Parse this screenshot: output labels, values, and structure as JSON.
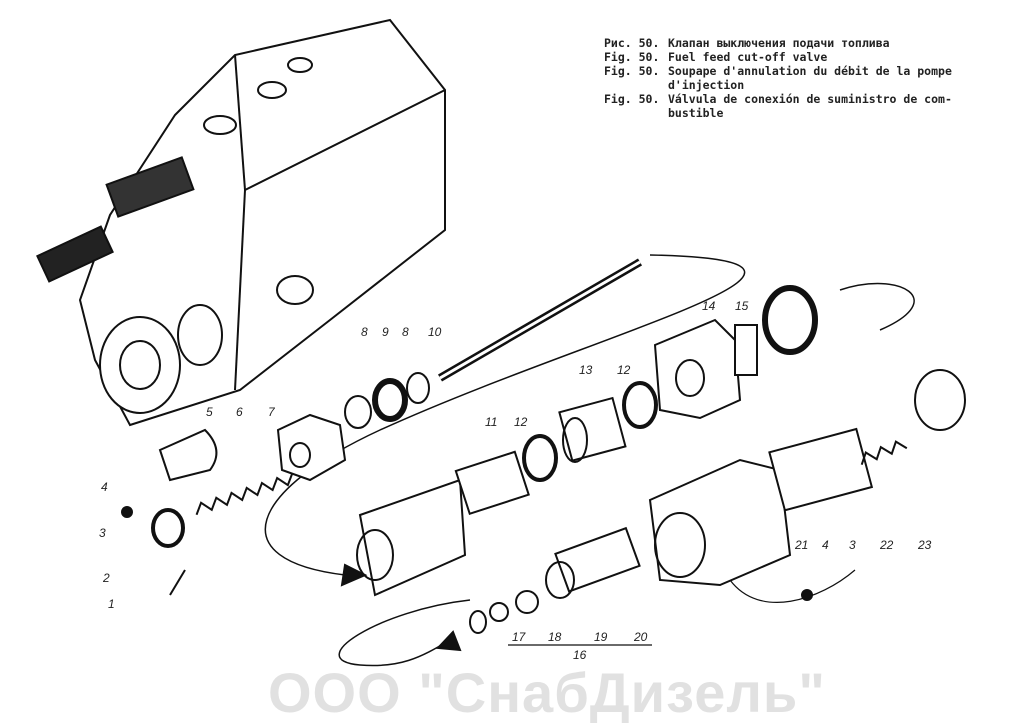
{
  "caption": {
    "lines": [
      {
        "prefix": "Рис. 50.",
        "text": "Клапан выключения подачи топлива"
      },
      {
        "prefix": "Fig. 50.",
        "text": "Fuel feed cut-off valve"
      },
      {
        "prefix": "Fig. 50.",
        "text": "Soupape d'annulation du débit de la pompe",
        "cont": "d'injection"
      },
      {
        "prefix": "Fig. 50.",
        "text": "Válvula de conexión de suministro de com-",
        "cont": "bustible"
      }
    ]
  },
  "labels": [
    "1",
    "2",
    "3",
    "4",
    "5",
    "6",
    "7",
    "8",
    "9",
    "8",
    "10",
    "11",
    "12",
    "13",
    "12",
    "14",
    "15",
    "4",
    "3",
    "21",
    "22",
    "23",
    "17",
    "18",
    "19",
    "20",
    "16"
  ],
  "watermark": "ООО \"СнабДизель\""
}
